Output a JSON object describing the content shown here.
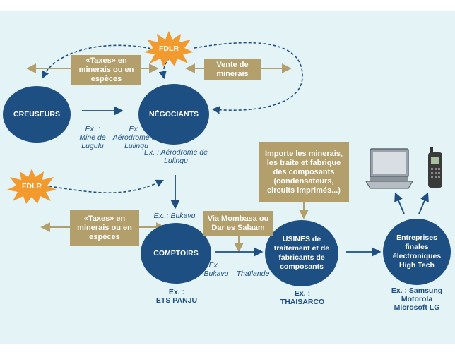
{
  "nodes": {
    "creuseurs": "CREUSEURS",
    "negociants": "NÉGOCIANTS",
    "comptoirs": "COMPTOIRS",
    "usines": "USINES de traitement et de fabricants de composants",
    "entreprises": "Entreprises finales électroniques High Tech"
  },
  "fdlr": "FDLR",
  "boxes": {
    "taxes_top": "«Taxes» en minerais ou en espèces",
    "vente": "Vente de minerais",
    "taxes_bottom": "«Taxes» en minerais ou en espèces",
    "importe": "Importe les minerais, les traite et fabrique des composants (condensateurs, circuits imprimés...)",
    "via": "Via Mombasa ou Dar es Salaam"
  },
  "examples": {
    "mine_label": "Ex. :",
    "mine": "Mine de Lugulu",
    "aero1_label": "Ex. :",
    "aero1": "Aérodrome de Lulinqu",
    "aero2": "Ex. : Aérodrome de Lulinqu",
    "bukavu1": "Ex. : Bukavu",
    "bukavu2": "Ex. : Bukavu",
    "thailande": "Thaïlande",
    "comptoirs_ex_label": "Ex. :",
    "comptoirs_ex": "ETS PANJU",
    "usines_ex_label": "Ex. :",
    "usines_ex": "THAISARCO",
    "entreprises_ex": "Ex. : Samsung Motorola Microsoft LG"
  },
  "icons": [
    "laptop-icon",
    "mobile-phone-icon"
  ],
  "colors": {
    "background": "#e4f3f6",
    "node": "#1d4f82",
    "box": "#b39f6b",
    "burst": "#f29a2e"
  }
}
